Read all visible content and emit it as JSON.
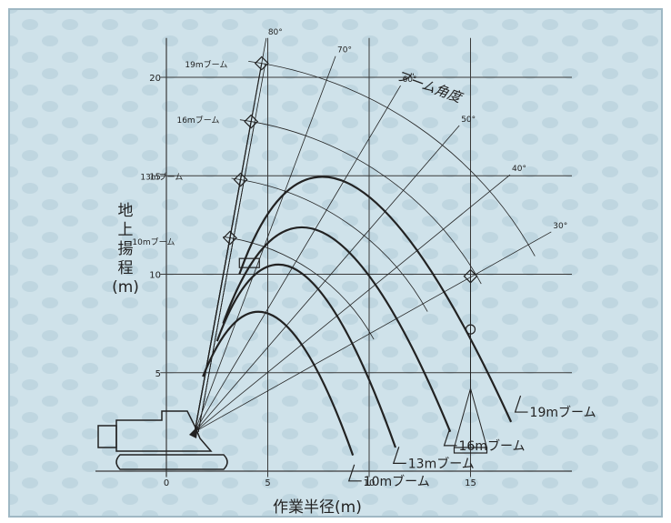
{
  "axes": {
    "y_label_lines": [
      "地",
      "上",
      "揚",
      "程",
      "(m)"
    ],
    "x_label": "作業半径(m)",
    "x_ticks": [
      {
        "value": 0,
        "label": "0"
      },
      {
        "value": 5,
        "label": "5"
      },
      {
        "value": 10,
        "label": "10"
      },
      {
        "value": 15,
        "label": "15"
      }
    ],
    "y_ticks": [
      {
        "value": 5,
        "label": "5"
      },
      {
        "value": 10,
        "label": "10"
      },
      {
        "value": 15,
        "label": "15"
      },
      {
        "value": 20,
        "label": "20"
      }
    ],
    "x_range": [
      -3.5,
      20
    ],
    "y_range": [
      -1,
      22
    ]
  },
  "boom_angle_title": "ブーム角度",
  "boom_angles": [
    {
      "deg": 80,
      "label": "80°"
    },
    {
      "deg": 70,
      "label": "70°"
    },
    {
      "deg": 60,
      "label": "60°"
    },
    {
      "deg": 50,
      "label": "50°"
    },
    {
      "deg": 40,
      "label": "40°"
    },
    {
      "deg": 30,
      "label": "30°"
    }
  ],
  "booms": [
    {
      "length": 19,
      "tip_label": "19mブーム",
      "curve_label": "19mブーム"
    },
    {
      "length": 16,
      "tip_label": "16mブーム",
      "curve_label": "16mブーム"
    },
    {
      "length": 13,
      "tip_label": "13mブーム",
      "curve_label": "13mブーム"
    },
    {
      "length": 10,
      "tip_label": "10mブーム",
      "curve_label": "10mブーム"
    }
  ],
  "colors": {
    "background": "#c9dde6",
    "frame": "#9fb8c4",
    "grid": "#3a3a3a",
    "ink": "#222222"
  }
}
